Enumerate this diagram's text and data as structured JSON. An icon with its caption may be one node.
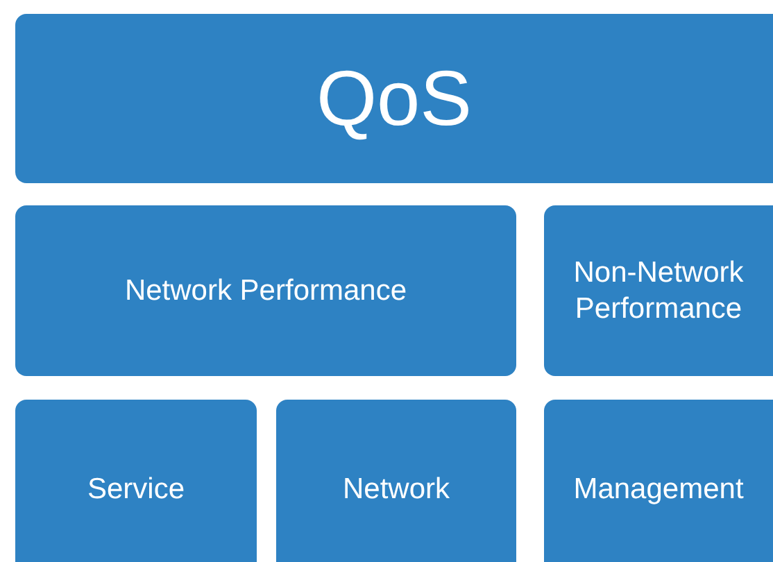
{
  "diagram": {
    "nodes": [
      {
        "text": [
          "QoS"
        ]
      },
      {
        "text": [
          "Network Performance"
        ]
      },
      {
        "text": [
          "Non-Network Performance"
        ]
      },
      {
        "text": [
          "Service"
        ]
      },
      {
        "text": [
          "Network"
        ]
      },
      {
        "text": [
          "Management"
        ]
      }
    ]
  }
}
